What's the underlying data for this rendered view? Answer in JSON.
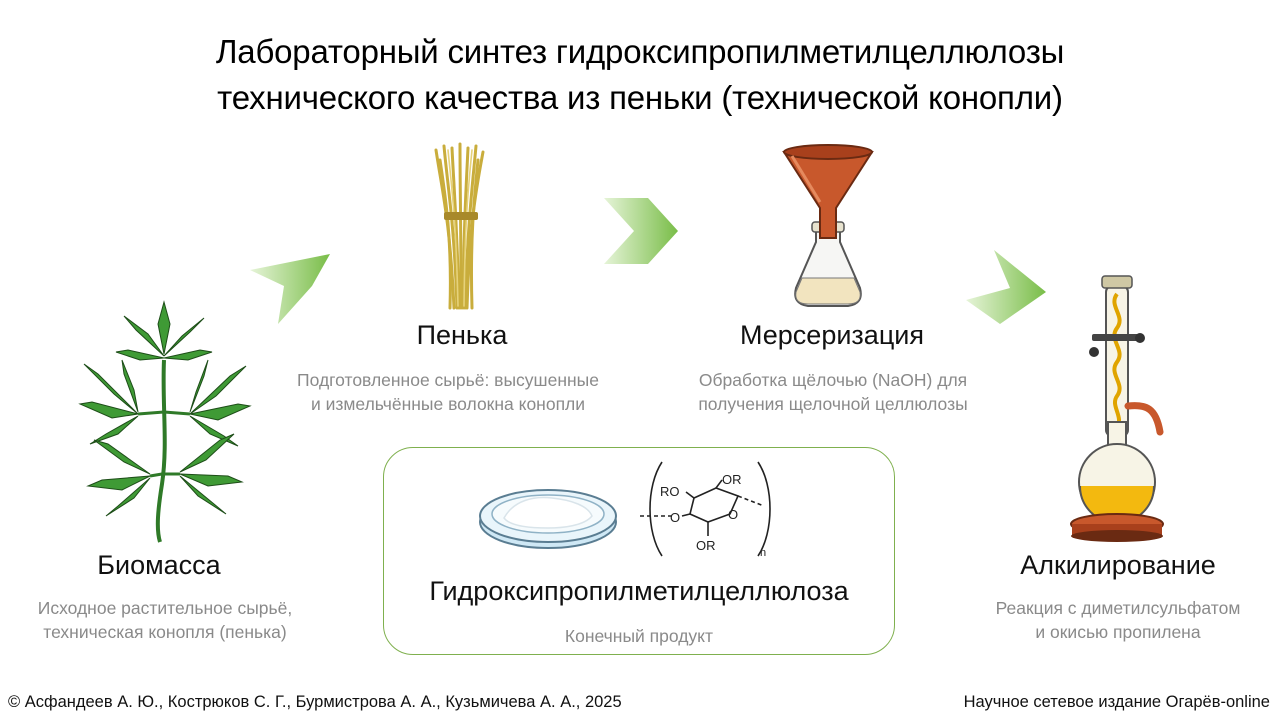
{
  "title": {
    "line1": "Лабораторный синтез гидроксипропилметилцеллюлозы",
    "line2": "технического качества из пеньки (технической конопли)"
  },
  "steps": [
    {
      "heading": "Биомасса",
      "desc1": "Исходное растительное сырьё,",
      "desc2": "техническая конопля (пенька)",
      "icon": "hemp-leaf-icon"
    },
    {
      "heading": "Пенька",
      "desc1": "Подготовленное сырьё: высушенные",
      "desc2": "и измельчённые волокна конопли",
      "icon": "hemp-fiber-bundle-icon"
    },
    {
      "heading": "Мерсеризация",
      "desc1": "Обработка щёлочью (NaOH) для",
      "desc2": "получения щелочной целлюлозы",
      "icon": "funnel-flask-icon"
    },
    {
      "heading": "Алкилирование",
      "desc1": "Реакция с диметилсульфатом",
      "desc2": "и окисью пропилена",
      "icon": "reflux-apparatus-icon"
    }
  ],
  "product": {
    "heading": "Гидроксипропилметилцеллюлоза",
    "desc": "Конечный продукт",
    "icons": [
      "petri-dish-powder-icon",
      "cellulose-structure-icon"
    ],
    "formula": {
      "ro": "RO",
      "or_top": "OR",
      "or_bottom": "OR",
      "o_left": "O",
      "o_ring": "O",
      "n": "n"
    }
  },
  "footer": {
    "left": "© Асфандеев А. Ю., Кострюков С. Г., Бурмистрова А. А., Кузьмичева А. А., 2025",
    "right": "Научное сетевое издание Огарёв-online"
  },
  "colors": {
    "arrow_light": "#e3f2d3",
    "arrow_dark": "#7cbf4a",
    "box_border": "#7fb04e",
    "leaf": "#3f9a35",
    "fiber": "#d9c25a",
    "funnel": "#c8582c",
    "liquid": "#f3b90f"
  }
}
